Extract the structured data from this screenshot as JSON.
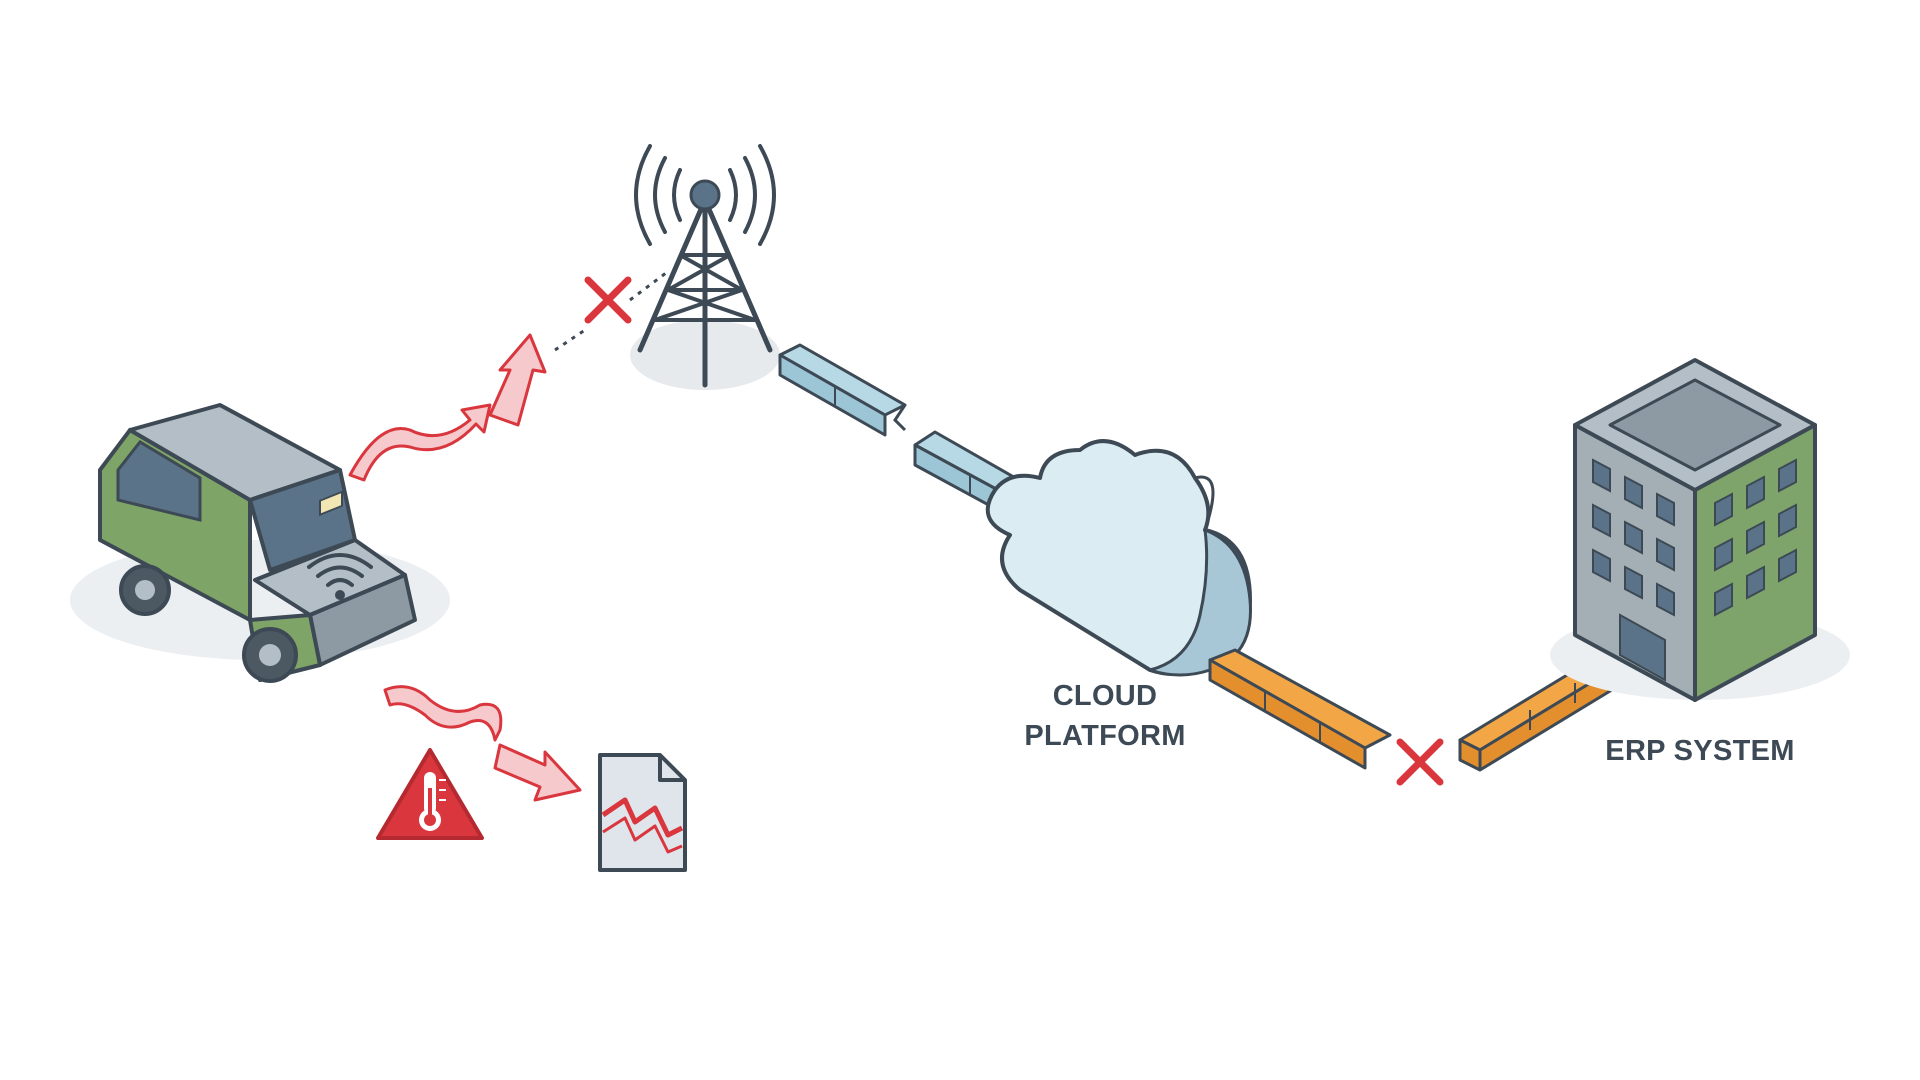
{
  "labels": {
    "cloud_line1": "CLOUD",
    "cloud_line2": "PLATFORM",
    "erp": "ERP SYSTEM"
  },
  "colors": {
    "outline": "#3d4a55",
    "error_red": "#d9363e",
    "signal_pink": "#f6c9cc",
    "link_blue": "#b7d9e6",
    "link_orange": "#f3a646",
    "car_green": "#7fa468",
    "car_roof": "#b3bec6",
    "cloud_fill": "#dcecf3",
    "building_green": "#7ea46b",
    "building_gray": "#a4aeb5",
    "shadow": "#e9ecef"
  },
  "icons": {
    "vehicle": "car-icon",
    "wifi": "wifi-icon",
    "tower": "cell-tower-icon",
    "cloud": "cloud-icon",
    "building": "office-building-icon",
    "warning": "warning-thermometer-icon",
    "document": "corrupted-document-icon",
    "error": "cross-mark-icon"
  }
}
